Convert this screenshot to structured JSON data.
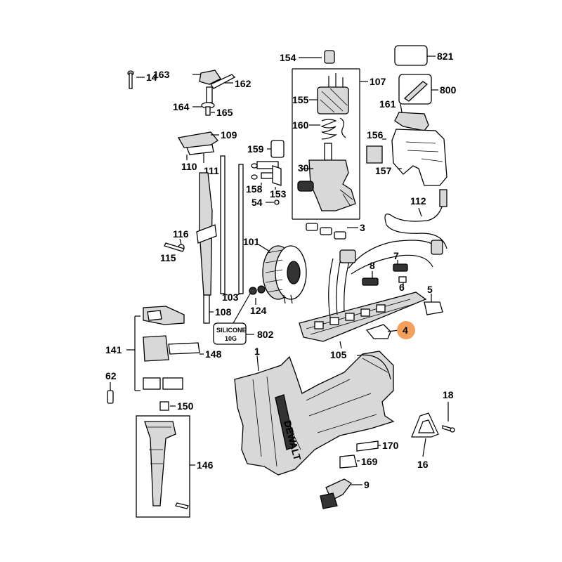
{
  "brand_text": "DEWALT",
  "highlight_color": "#f4a05a",
  "silicone_label": {
    "line1": "SILICONE",
    "line2": "10G"
  },
  "parts": {
    "p154": "154",
    "p821": "821",
    "p14": "14",
    "p163": "163",
    "p162": "162",
    "p107": "107",
    "p800": "800",
    "p155": "155",
    "p164": "164",
    "p165": "165",
    "p161": "161",
    "p109": "109",
    "p160": "160",
    "p156": "156",
    "p159": "159",
    "p110": "110",
    "p111": "111",
    "p157": "157",
    "p30": "30",
    "p158": "158",
    "p153": "153",
    "p54": "54",
    "p112": "112",
    "p3": "3",
    "p116": "116",
    "p115": "115",
    "p101": "101",
    "p7": "7",
    "p8": "8",
    "p6": "6",
    "p103": "103",
    "p124": "124",
    "p5": "5",
    "p108": "108",
    "p4": "4",
    "p802": "802",
    "p141": "141",
    "p148": "148",
    "p105": "105",
    "p1": "1",
    "p62": "62",
    "p150": "150",
    "p18": "18",
    "p170": "170",
    "p146": "146",
    "p169": "169",
    "p16": "16",
    "p9": "9"
  }
}
